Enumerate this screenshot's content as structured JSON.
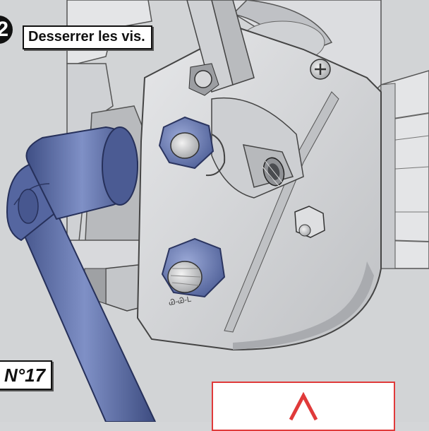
{
  "step": {
    "number": "2",
    "instruction": "Desserrer les vis."
  },
  "tool": {
    "label": "N°17"
  },
  "colors": {
    "wrench": "#5b6ea8",
    "nut": "#6d80b8",
    "metal": "#c9cbcd",
    "warning": "#e03a3a"
  }
}
